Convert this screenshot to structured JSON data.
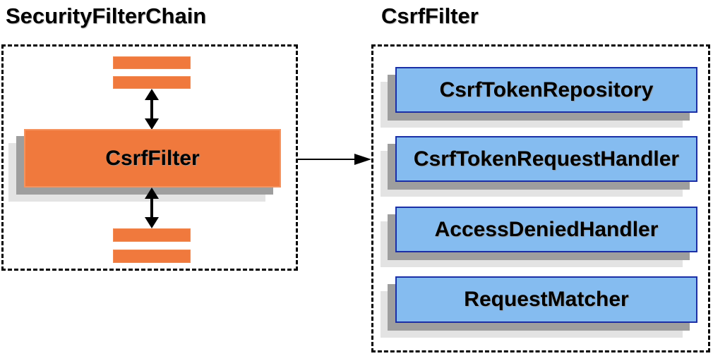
{
  "diagram": {
    "left_panel": {
      "title": "SecurityFilterChain",
      "filter_box_label": "CsrfFilter"
    },
    "right_panel": {
      "title": "CsrfFilter",
      "components": [
        "CsrfTokenRepository",
        "CsrfTokenRequestHandler",
        "AccessDeniedHandler",
        "RequestMatcher"
      ]
    },
    "colors": {
      "filter_orange": "#f0793d",
      "component_blue": "#85bcf0",
      "component_border_navy": "#1b2fa6",
      "shadow_dark": "#9e9e9e",
      "shadow_light": "#e3e3e3",
      "arrow_black": "#000000"
    }
  }
}
